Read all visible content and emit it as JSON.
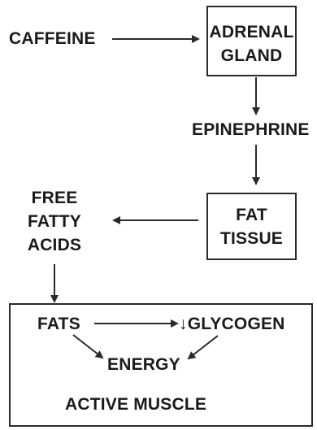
{
  "nodes": {
    "caffeine": "CAFFEINE",
    "adrenal_gland": [
      "ADRENAL",
      "GLAND"
    ],
    "epinephrine": "EPINEPHRINE",
    "fat_tissue": [
      "FAT",
      "TISSUE"
    ],
    "free_fatty_acids": [
      "FREE",
      "FATTY",
      "ACIDS"
    ],
    "fats": "FATS",
    "glycogen": "↓GLYCOGEN",
    "energy": "ENERGY",
    "active_muscle": "ACTIVE MUSCLE"
  },
  "style": {
    "line_color": "#2a2a2a",
    "text_color": "#1a1a1a"
  }
}
